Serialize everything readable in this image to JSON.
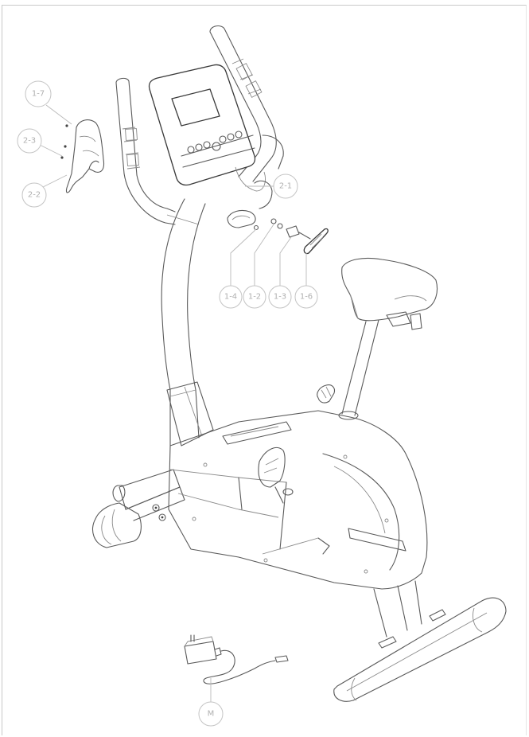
{
  "diagram": {
    "type": "exploded-assembly-view",
    "subject": "upright exercise bike",
    "colors": {
      "line": "#5a5a5a",
      "callout": "#c4c4c4",
      "background": "#ffffff"
    },
    "callouts": [
      {
        "id": "c1",
        "label": "1-7"
      },
      {
        "id": "c2",
        "label": "2-3"
      },
      {
        "id": "c3",
        "label": "2-2"
      },
      {
        "id": "c4",
        "label": "2-1"
      },
      {
        "id": "c5",
        "label": "1-4"
      },
      {
        "id": "c6",
        "label": "1-2"
      },
      {
        "id": "c7",
        "label": "1-3"
      },
      {
        "id": "c8",
        "label": "1-6"
      },
      {
        "id": "c9",
        "label": "M"
      }
    ],
    "parts": {
      "console": "console",
      "handlebar": "handlebar",
      "seat": "seat",
      "seat_post": "seat-post",
      "main_frame": "main-frame",
      "pedal": "pedal",
      "front_stabilizer": "front-stabilizer",
      "rear_stabilizer": "rear-stabilizer",
      "bottle_holder": "bottle-holder",
      "ac_adapter": "ac-adapter",
      "tension_knob": "tension-knob"
    }
  }
}
